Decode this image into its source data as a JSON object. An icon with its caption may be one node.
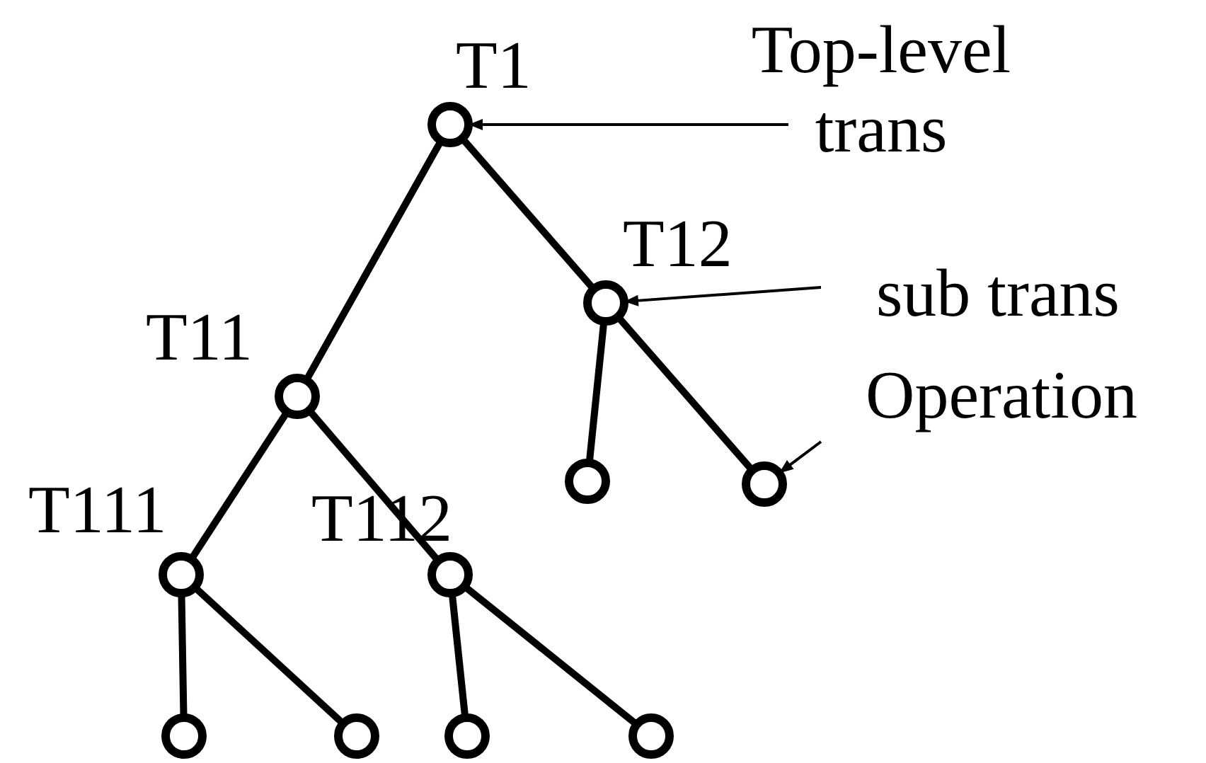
{
  "diagram": {
    "nodes": [
      {
        "text": [],
        "shape": "circle",
        "beside": [
          "T1"
        ]
      },
      {
        "text": [],
        "shape": "circle",
        "beside": [
          "T11"
        ]
      },
      {
        "text": [],
        "shape": "circle",
        "beside": [
          "T12"
        ]
      },
      {
        "text": [],
        "shape": "circle",
        "beside": [
          "T111"
        ]
      },
      {
        "text": [],
        "shape": "circle",
        "beside": [
          "T112"
        ]
      },
      {
        "text": [],
        "shape": "circle"
      },
      {
        "text": [],
        "shape": "circle"
      },
      {
        "text": [],
        "shape": "circle"
      },
      {
        "text": [],
        "shape": "circle"
      },
      {
        "text": [],
        "shape": "circle"
      },
      {
        "text": [],
        "shape": "circle"
      },
      {
        "text": [
          "Top-level trans"
        ]
      },
      {
        "text": [
          "sub trans"
        ]
      },
      {
        "text": [
          "Operation"
        ]
      }
    ],
    "edges": [
      {
        "from": 0,
        "to": 1,
        "arrow": "none"
      },
      {
        "from": 0,
        "to": 2,
        "arrow": "none"
      },
      {
        "from": 1,
        "to": 3,
        "arrow": "none"
      },
      {
        "from": 1,
        "to": 4,
        "arrow": "none"
      },
      {
        "from": 2,
        "to": 5,
        "arrow": "none"
      },
      {
        "from": 2,
        "to": 6,
        "arrow": "none"
      },
      {
        "from": 3,
        "to": 7,
        "arrow": "none"
      },
      {
        "from": 3,
        "to": 8,
        "arrow": "none"
      },
      {
        "from": 4,
        "to": 9,
        "arrow": "none"
      },
      {
        "from": 4,
        "to": 10,
        "arrow": "none"
      },
      {
        "from": 11,
        "to": 0,
        "arrow": "to"
      },
      {
        "from": 12,
        "to": 2,
        "arrow": "to"
      },
      {
        "from": 13,
        "to": 6,
        "arrow": "to"
      }
    ]
  }
}
